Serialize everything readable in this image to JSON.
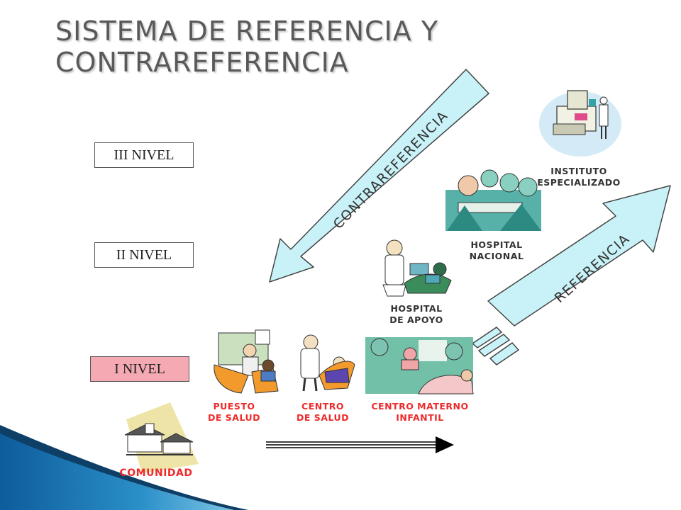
{
  "title_lines": [
    "SISTEMA DE REFERENCIA Y",
    "CONTRAREFERENCIA"
  ],
  "levels": [
    {
      "label": "III NIVEL",
      "fill": "#ffffff"
    },
    {
      "label": "II NIVEL",
      "fill": "#ffffff"
    },
    {
      "label": "I NIVEL",
      "fill": "#f4a9b3"
    }
  ],
  "arrows": {
    "contrareferencia": "CONTRAREFERENCIA",
    "referencia": "REFERENCIA"
  },
  "facilities": {
    "instituto": [
      "INSTITUTO",
      "ESPECIALIZADO"
    ],
    "hospital_nacional": [
      "HOSPITAL",
      "NACIONAL"
    ],
    "hospital_apoyo": [
      "HOSPITAL",
      "DE APOYO"
    ],
    "puesto_salud": [
      "PUESTO",
      "DE SALUD"
    ],
    "centro_salud": [
      "CENTRO",
      "DE SALUD"
    ],
    "centro_materno": [
      "CENTRO MATERNO",
      "INFANTIL"
    ],
    "comunidad": "COMUNIDAD"
  },
  "colors": {
    "arrow_fill": "#c8f2f8",
    "accent_red": "#ee2b2b",
    "title": "#595959",
    "corner_blue": "#1a6fae"
  }
}
